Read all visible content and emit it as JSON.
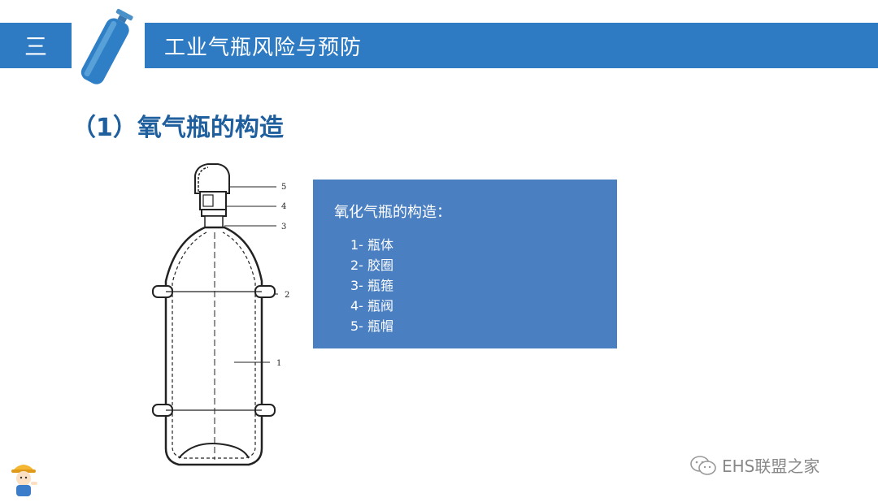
{
  "header": {
    "section_number": "三",
    "title": "工业气瓶风险与预防"
  },
  "section_title": "（1）氧气瓶的构造",
  "diagram": {
    "labels": [
      "1",
      "2",
      "3",
      "4",
      "5"
    ]
  },
  "info_box": {
    "title": "氧化气瓶的构造：",
    "items": [
      "1- 瓶体",
      "2- 胶圈",
      "3- 瓶箍",
      "4- 瓶阀",
      "5- 瓶帽"
    ]
  },
  "watermark": {
    "text": "EHS联盟之家"
  },
  "colors": {
    "header_blue": "#2e7bc4",
    "box_blue": "#4a7fc1",
    "title_blue": "#1f5f9e"
  }
}
